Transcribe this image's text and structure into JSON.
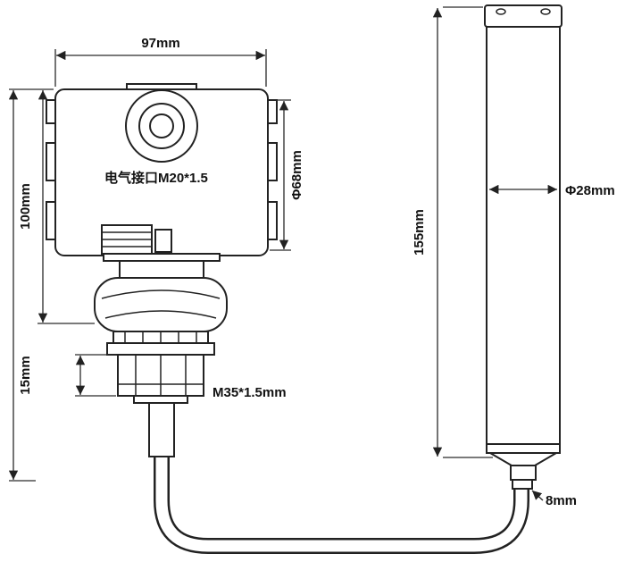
{
  "diagram": {
    "labels": {
      "housing_width": "97mm",
      "housing_height": "100mm",
      "flange_thickness": "15mm",
      "housing_diameter": "Φ68mm",
      "electrical_interface": "电气接口M20*1.5",
      "thread_spec": "M35*1.5mm",
      "probe_length": "155mm",
      "probe_diameter": "Φ28mm",
      "cable_diameter": "8mm"
    },
    "colors": {
      "line": "#222222",
      "background": "#ffffff"
    }
  }
}
